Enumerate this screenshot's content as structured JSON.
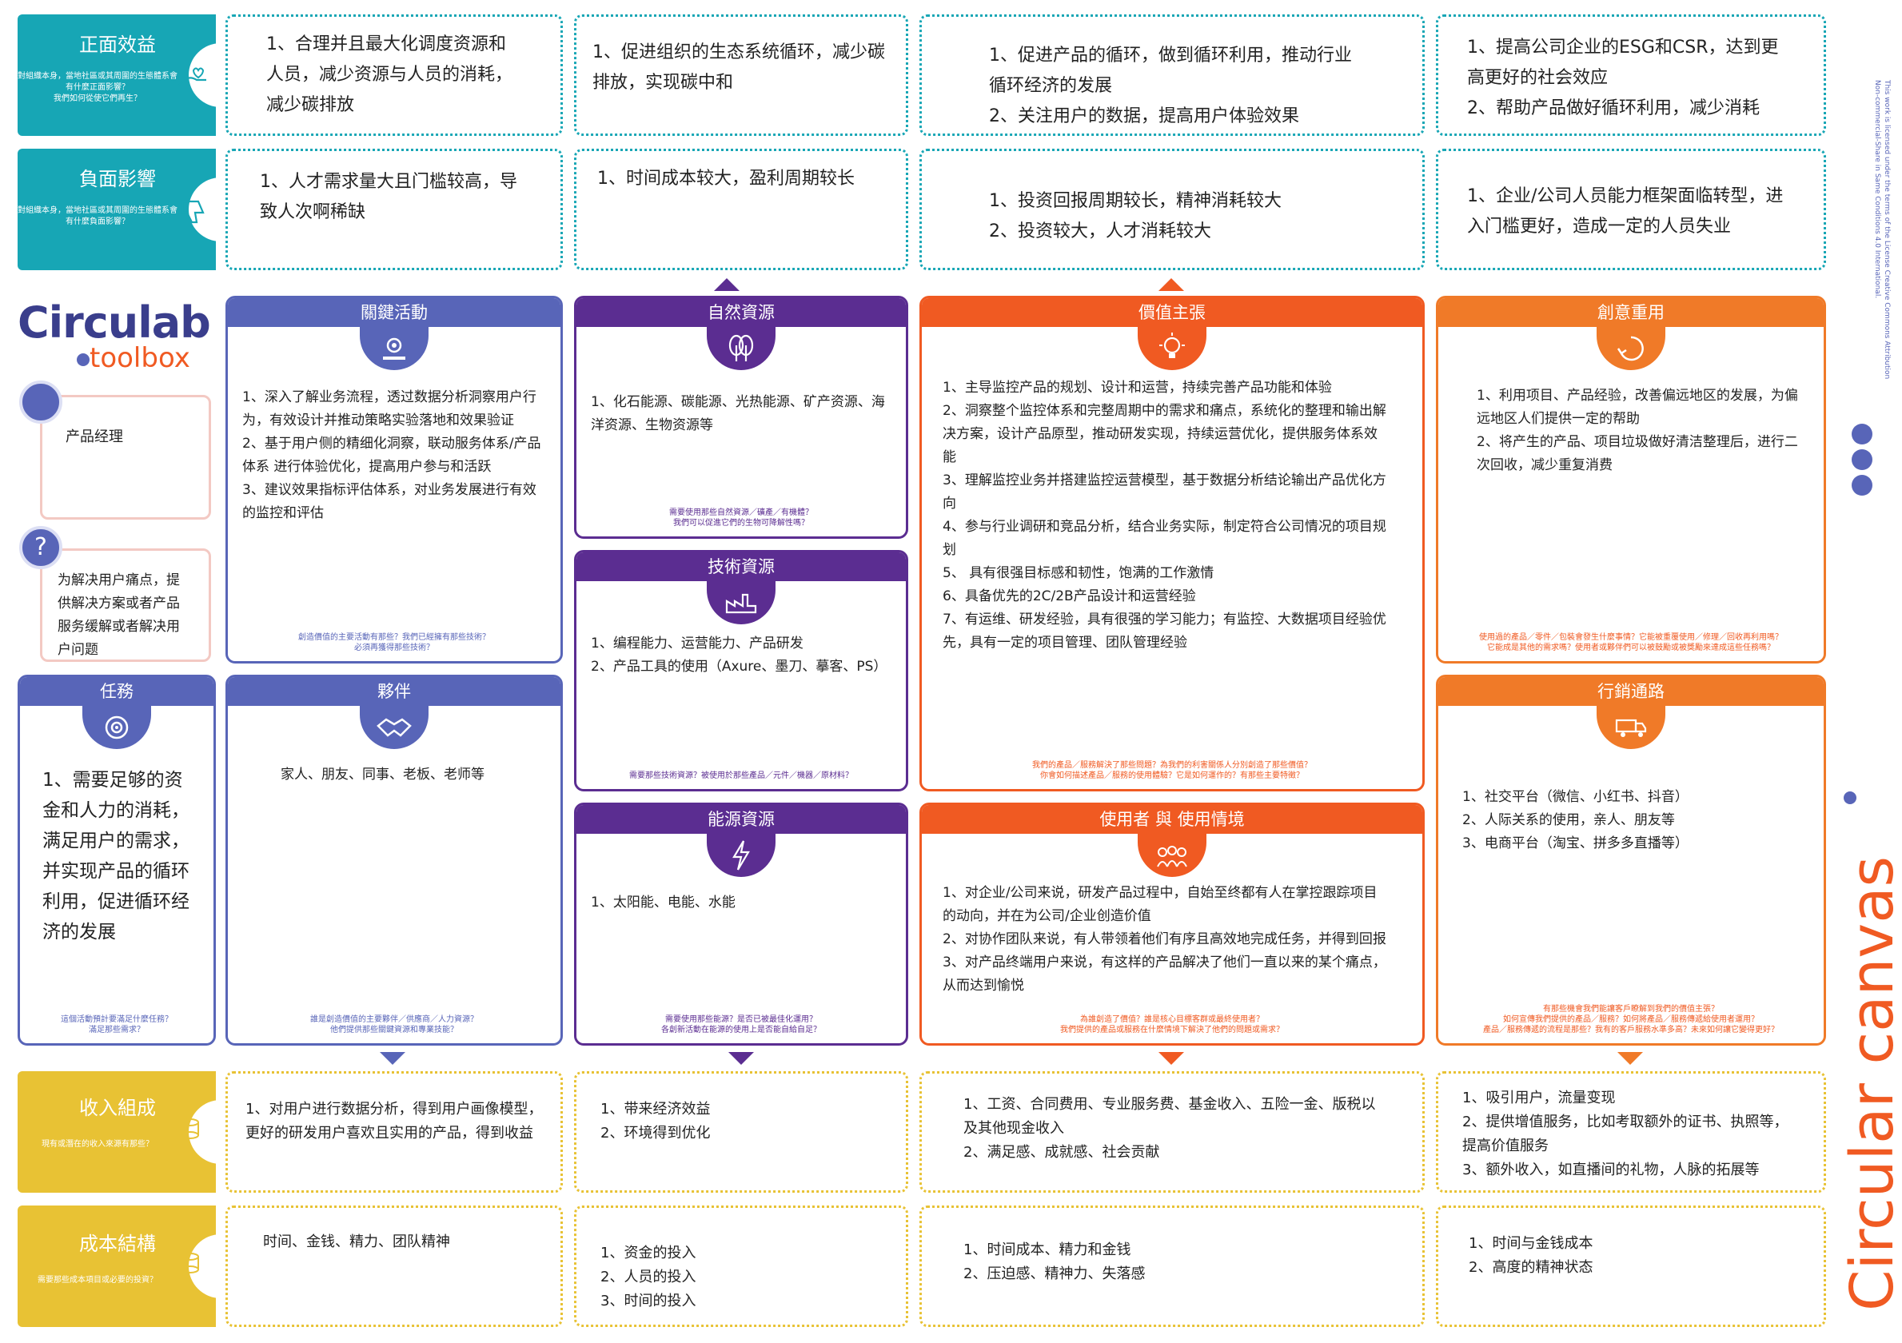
{
  "colors": {
    "teal": "#17a6b5",
    "blue": "#5865b8",
    "purple": "#5b2d91",
    "orange": "#f05a22",
    "orange2": "#f07a28",
    "yellow": "#e8c234"
  },
  "tabs": {
    "positive": {
      "title": "正面效益",
      "sub": "對組織本身，當地社區或其周圍的生態體系會有什麼正面影響？\n我們如何從使它們再生？"
    },
    "negative": {
      "title": "負面影響",
      "sub": "對組織本身，當地社區或其周圍的生態體系會有什麼負面影響？"
    },
    "revenue": {
      "title": "收入組成",
      "sub": "現有或潛在的收入來源有那些？"
    },
    "cost": {
      "title": "成本結構",
      "sub": "需要那些成本項目或必要的投資？"
    }
  },
  "positive": [
    "1、合理并且最大化调度资源和人员，减少资源与人员的消耗，减少碳排放",
    "1、促进组织的生态系统循环，减少碳排放，实现碳中和",
    "1、促进产品的循环，做到循环利用，推动行业循环经济的发展\n2、关注用户的数据，提高用户体验效果",
    "1、提高公司企业的ESG和CSR，达到更高更好的社会效应\n2、帮助产品做好循环利用，减少消耗"
  ],
  "negative": [
    "1、人才需求量大且门槛较高，导致人次啊稀缺",
    "1、时间成本较大，盈利周期较长",
    "1、投资回报周期较长，精神消耗较大\n2、投资较大，人才消耗较大",
    "1、企业/公司人员能力框架面临转型，进入门槛更好，造成一定的人员失业"
  ],
  "brand": {
    "name": "Circulab",
    "sub": "toolbox",
    "side": "Circular canvas",
    "license": "This work is licensed under the terms of the License Creative Commons Attribution\nNon-commercial-Share in Same Conditions 4.0 International."
  },
  "persona": {
    "role": "产品经理",
    "problem": "为解决用户痛点，提供解决方案或者产品服务缓解或者解决用户问题"
  },
  "cards": {
    "key_activities": {
      "title": "關鍵活動",
      "body": "1、深入了解业务流程，透过数据分析洞察用户行为，有效设计并推动策略实验落地和效果验证\n2、基于用户侧的精细化洞察，联动服务体系/产品体系 进行体验优化，提高用户参与和活跃\n3、建议效果指标评估体系，对业务发展进行有效的监控和评估",
      "q": "創造價值的主要活動有那些？我們已經擁有那些技術？\n必須再獲得那些技術？"
    },
    "natural": {
      "title": "自然資源",
      "body": "1、化石能源、碳能源、光热能源、矿产资源、海洋资源、生物资源等",
      "q": "需要使用那些自然資源／礦產／有機體？\n我們可以促進它們的生物可降解性嗎？"
    },
    "tech": {
      "title": "技術資源",
      "body": "1、编程能力、运营能力、产品研发\n2、产品工具的使用（Axure、墨刀、摹客、PS）",
      "q": "需要那些技術資源？被使用於那些產品／元件／機器／原材料？"
    },
    "energy": {
      "title": "能源資源",
      "body": "1、太阳能、电能、水能",
      "q": "需要使用那些能源？是否已被最佳化運用？\n各創新活動在能源的使用上是否能自給自足？"
    },
    "value": {
      "title": "價值主張",
      "body": "1、主导监控产品的规划、设计和运营，持续完善产品功能和体验\n2、洞察整个监控体系和完整周期中的需求和痛点，系统化的整理和输出解决方案，设计产品原型，推动研发实现，持续运营优化，提供服务体系效能\n3、理解监控业务并搭建监控运营模型，基于数据分析结论输出产品优化方向\n4、参与行业调研和竞品分析，结合业务实际，制定符合公司情况的项目规划\n5、 具有很强目标感和韧性，饱满的工作激情\n6、具备优先的2C/2B产品设计和运营经验\n7、有运维、研发经验，具有很强的学习能力；有监控、大数据项目经验优先，具有一定的项目管理、团队管理经验",
      "q": "我們的產品／服務解決了那些問題？為我們的利害關係人分別創造了那些價值？\n你會如何描述產品／服務的使用體驗？它是如何運作的？有那些主要特徵？"
    },
    "users": {
      "title": "使用者 與 使用情境",
      "body": "1、对企业/公司来说，研发产品过程中，自始至终都有人在掌控跟踪项目的动向，并在为公司/企业创造价值\n2、对协作团队来说，有人带领着他们有序且高效地完成任务，并得到回报\n3、对产品终端用户来说，有这样的产品解决了他们一直以来的某个痛点，从而达到愉悦",
      "q": "為誰創造了價值？誰是核心目標客群或最終使用者？\n我們提供的產品或服務在什麼情境下解決了他們的問題或需求？"
    },
    "reuse": {
      "title": "創意重用",
      "body": "1、利用项目、产品经验，改善偏远地区的发展，为偏远地区人们提供一定的帮助\n2、将产生的产品、项目垃圾做好清洁整理后，进行二次回收，减少重复消费",
      "q": "使用過的產品／零件／包裝會發生什麼事情？它能被重覆使用／修理／回收再利用嗎？\n它能成是其他的需求嗎？使用者或夥伴們可以被鼓勵或被獎勵來達成這些任務嗎？"
    },
    "channels": {
      "title": "行銷通路",
      "body": "1、社交平台（微信、小红书、抖音）\n2、人际关系的使用，亲人、朋友等\n3、电商平台（淘宝、拼多多直播等）",
      "q": "有那些機會我們能讓客戶瞭解到我們的價值主張？\n如何宣傳我們提供的產品／服務？如何將產品／服務傳遞給使用者運用？\n產品／服務傳遞的流程是那些？我有的客戶服務水準多高？未來如何讓它變得更好？"
    },
    "mission": {
      "title": "任務",
      "body": "1、需要足够的资金和人力的消耗，满足用户的需求，并实现产品的循环利用，促进循环经济的发展",
      "q": "這個活動預計要滿足什麼任務？\n滿足那些需求？"
    },
    "partners": {
      "title": "夥伴",
      "body": "家人、朋友、同事、老板、老师等",
      "q": "誰是創造價值的主要夥伴／供應商／人力資源？\n他們提供那些關鍵資源和專業技能？"
    }
  },
  "revenue": [
    "1、对用户进行数据分析，得到用户画像模型，更好的研发用户喜欢且实用的产品，得到收益",
    "1、带来经济效益\n2、环境得到优化",
    "1、工资、合同费用、专业服务费、基金收入、五险一金、版税以及其他现金收入\n2、满足感、成就感、社会贡献",
    "1、吸引用户，流量变现\n2、提供增值服务，比如考取额外的证书、执照等，提高价值服务\n3、额外收入，如直播间的礼物，人脉的拓展等"
  ],
  "cost": [
    "时间、金钱、精力、团队精神",
    "1、资金的投入\n2、人员的投入\n3、时间的投入",
    "1、时间成本、精力和金钱\n2、压迫感、精神力、失落感",
    "1、时间与金钱成本\n2、高度的精神状态"
  ]
}
